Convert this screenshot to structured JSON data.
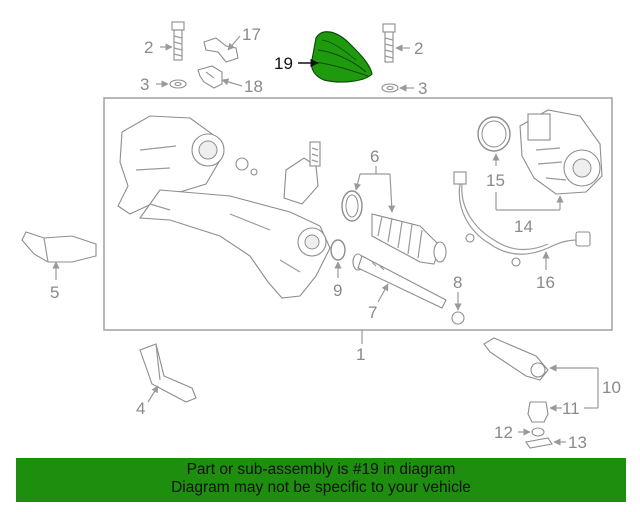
{
  "colors": {
    "highlight": "#1f9a0f",
    "banner": "#1e8e0e",
    "line_art": "#8d8d8d"
  },
  "callouts": {
    "c1": "1",
    "c2a": "2",
    "c2b": "2",
    "c3a": "3",
    "c3b": "3",
    "c4": "4",
    "c5": "5",
    "c6": "6",
    "c7": "7",
    "c8": "8",
    "c9": "9",
    "c10": "10",
    "c11": "11",
    "c12": "12",
    "c13": "13",
    "c14": "14",
    "c15": "15",
    "c16": "16",
    "c17": "17",
    "c18": "18",
    "c19": "19"
  },
  "banner": {
    "line1": "Part or sub-assembly is #19 in diagram",
    "line2": "Diagram may not be specific to your vehicle"
  }
}
